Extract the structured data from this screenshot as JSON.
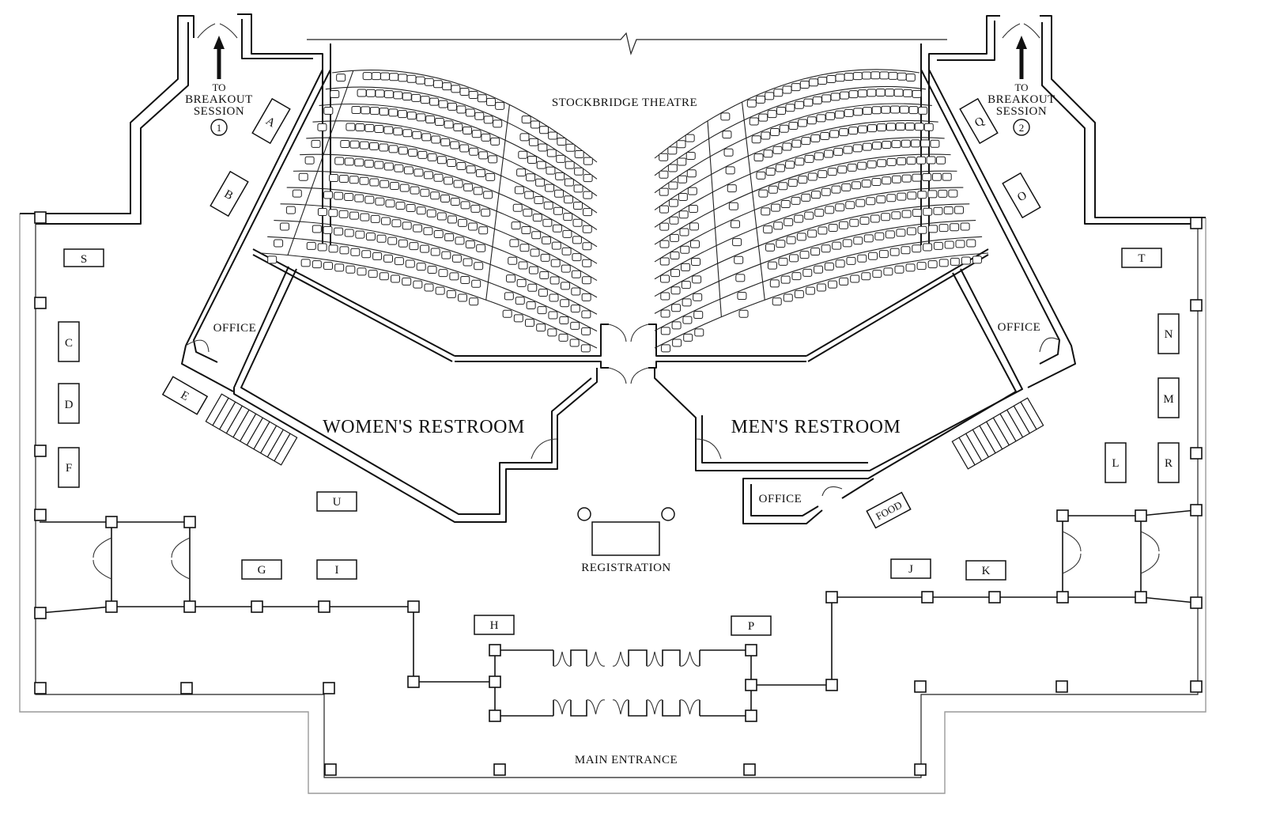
{
  "theatre": {
    "name": "STOCKBRIDGE THEATRE"
  },
  "rooms": {
    "womens_restroom": "WOMEN'S RESTROOM",
    "mens_restroom": "MEN'S RESTROOM",
    "office_left": "OFFICE",
    "office_right": "OFFICE",
    "office_bottom": "OFFICE",
    "registration": "REGISTRATION",
    "main_entrance": "MAIN ENTRANCE",
    "food": "FOOD"
  },
  "breakout_left": {
    "line1": "TO",
    "line2": "BREAKOUT",
    "line3": "SESSION",
    "number": "1"
  },
  "breakout_right": {
    "line1": "TO",
    "line2": "BREAKOUT",
    "line3": "SESSION",
    "number": "2"
  },
  "booths": {
    "A": "A",
    "B": "B",
    "C": "C",
    "D": "D",
    "E": "E",
    "F": "F",
    "G": "G",
    "H": "H",
    "I": "I",
    "J": "J",
    "K": "K",
    "L": "L",
    "M": "M",
    "N": "N",
    "O": "O",
    "P": "P",
    "Q": "Q",
    "R": "R",
    "S": "S",
    "T": "T",
    "U": "U"
  }
}
